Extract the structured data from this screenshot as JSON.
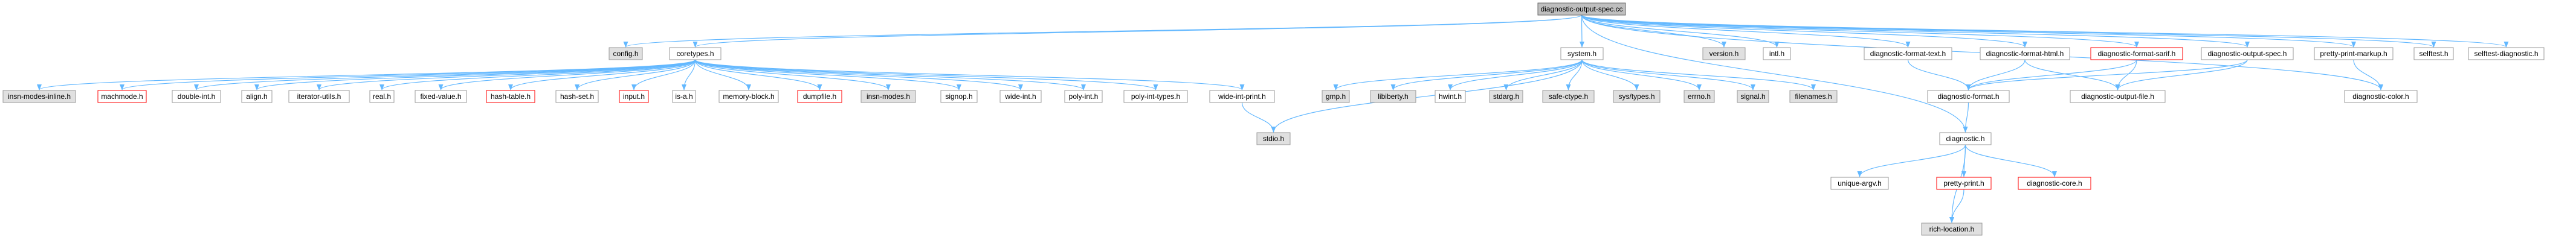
{
  "diagram": {
    "kind": "include-dependency-graph",
    "colors": {
      "edge": "#63b8ff",
      "node_border": "#999999",
      "node_fill": "#ffffff",
      "root_fill": "#bfbfbf",
      "external_fill": "#e0e0e0",
      "undocumented_border": "#ff0000",
      "text": "#000000"
    },
    "nodes": [
      {
        "id": "root",
        "label": "diagnostic-output-spec.cc",
        "style": "root"
      },
      {
        "id": "config",
        "label": "config.h",
        "style": "external"
      },
      {
        "id": "coretypes",
        "label": "coretypes.h",
        "style": "normal"
      },
      {
        "id": "system",
        "label": "system.h",
        "style": "normal"
      },
      {
        "id": "version",
        "label": "version.h",
        "style": "external"
      },
      {
        "id": "intl",
        "label": "intl.h",
        "style": "normal"
      },
      {
        "id": "dftext",
        "label": "diagnostic-format-text.h",
        "style": "normal"
      },
      {
        "id": "dfhtml",
        "label": "diagnostic-format-html.h",
        "style": "normal"
      },
      {
        "id": "dfsarif",
        "label": "diagnostic-format-sarif.h",
        "style": "undocumented"
      },
      {
        "id": "dospec",
        "label": "diagnostic-output-spec.h",
        "style": "normal"
      },
      {
        "id": "ppmarkup",
        "label": "pretty-print-markup.h",
        "style": "normal"
      },
      {
        "id": "selftest",
        "label": "selftest.h",
        "style": "normal"
      },
      {
        "id": "stdiag",
        "label": "selftest-diagnostic.h",
        "style": "normal"
      },
      {
        "id": "insnmodesinline",
        "label": "insn-modes-inline.h",
        "style": "external"
      },
      {
        "id": "machmode",
        "label": "machmode.h",
        "style": "undocumented"
      },
      {
        "id": "doubleint",
        "label": "double-int.h",
        "style": "normal"
      },
      {
        "id": "align",
        "label": "align.h",
        "style": "normal"
      },
      {
        "id": "iterutils",
        "label": "iterator-utils.h",
        "style": "normal"
      },
      {
        "id": "real",
        "label": "real.h",
        "style": "normal"
      },
      {
        "id": "fixedvalue",
        "label": "fixed-value.h",
        "style": "normal"
      },
      {
        "id": "hashtable",
        "label": "hash-table.h",
        "style": "undocumented"
      },
      {
        "id": "hashset",
        "label": "hash-set.h",
        "style": "normal"
      },
      {
        "id": "input",
        "label": "input.h",
        "style": "undocumented"
      },
      {
        "id": "isa",
        "label": "is-a.h",
        "style": "normal"
      },
      {
        "id": "memblock",
        "label": "memory-block.h",
        "style": "normal"
      },
      {
        "id": "dumpfile",
        "label": "dumpfile.h",
        "style": "undocumented"
      },
      {
        "id": "insnmodes",
        "label": "insn-modes.h",
        "style": "external"
      },
      {
        "id": "signop",
        "label": "signop.h",
        "style": "normal"
      },
      {
        "id": "wideint",
        "label": "wide-int.h",
        "style": "normal"
      },
      {
        "id": "polyint",
        "label": "poly-int.h",
        "style": "normal"
      },
      {
        "id": "polyinttypes",
        "label": "poly-int-types.h",
        "style": "normal"
      },
      {
        "id": "wideintprint",
        "label": "wide-int-print.h",
        "style": "normal"
      },
      {
        "id": "stdio",
        "label": "stdio.h",
        "style": "external"
      },
      {
        "id": "gmp",
        "label": "gmp.h",
        "style": "external"
      },
      {
        "id": "libiberty",
        "label": "libiberty.h",
        "style": "external"
      },
      {
        "id": "hwint",
        "label": "hwint.h",
        "style": "normal"
      },
      {
        "id": "stdarg",
        "label": "stdarg.h",
        "style": "external"
      },
      {
        "id": "safectype",
        "label": "safe-ctype.h",
        "style": "external"
      },
      {
        "id": "systypes",
        "label": "sys/types.h",
        "style": "external"
      },
      {
        "id": "errno",
        "label": "errno.h",
        "style": "external"
      },
      {
        "id": "signal",
        "label": "signal.h",
        "style": "external"
      },
      {
        "id": "filenames",
        "label": "filenames.h",
        "style": "external"
      },
      {
        "id": "dformat",
        "label": "diagnostic-format.h",
        "style": "normal"
      },
      {
        "id": "dofile",
        "label": "diagnostic-output-file.h",
        "style": "normal"
      },
      {
        "id": "dcolor",
        "label": "diagnostic-color.h",
        "style": "normal"
      },
      {
        "id": "diagnostic",
        "label": "diagnostic.h",
        "style": "normal"
      },
      {
        "id": "uniqueargv",
        "label": "unique-argv.h",
        "style": "normal"
      },
      {
        "id": "prettyprint",
        "label": "pretty-print.h",
        "style": "undocumented"
      },
      {
        "id": "dcore",
        "label": "diagnostic-core.h",
        "style": "undocumented"
      },
      {
        "id": "richloc",
        "label": "rich-location.h",
        "style": "external"
      }
    ],
    "edges": [
      [
        "root",
        "config"
      ],
      [
        "root",
        "coretypes"
      ],
      [
        "root",
        "system"
      ],
      [
        "root",
        "version"
      ],
      [
        "root",
        "intl"
      ],
      [
        "root",
        "dftext"
      ],
      [
        "root",
        "dfhtml"
      ],
      [
        "root",
        "dfsarif"
      ],
      [
        "root",
        "dospec"
      ],
      [
        "root",
        "ppmarkup"
      ],
      [
        "root",
        "selftest"
      ],
      [
        "root",
        "stdiag"
      ],
      [
        "root",
        "diagnostic"
      ],
      [
        "root",
        "dcolor"
      ],
      [
        "coretypes",
        "insnmodesinline"
      ],
      [
        "coretypes",
        "machmode"
      ],
      [
        "coretypes",
        "doubleint"
      ],
      [
        "coretypes",
        "align"
      ],
      [
        "coretypes",
        "iterutils"
      ],
      [
        "coretypes",
        "real"
      ],
      [
        "coretypes",
        "fixedvalue"
      ],
      [
        "coretypes",
        "hashtable"
      ],
      [
        "coretypes",
        "hashset"
      ],
      [
        "coretypes",
        "input"
      ],
      [
        "coretypes",
        "isa"
      ],
      [
        "coretypes",
        "memblock"
      ],
      [
        "coretypes",
        "dumpfile"
      ],
      [
        "coretypes",
        "insnmodes"
      ],
      [
        "coretypes",
        "signop"
      ],
      [
        "coretypes",
        "wideint"
      ],
      [
        "coretypes",
        "polyint"
      ],
      [
        "coretypes",
        "polyinttypes"
      ],
      [
        "coretypes",
        "wideintprint"
      ],
      [
        "wideintprint",
        "stdio"
      ],
      [
        "system",
        "stdio"
      ],
      [
        "system",
        "gmp"
      ],
      [
        "system",
        "libiberty"
      ],
      [
        "system",
        "hwint"
      ],
      [
        "system",
        "stdarg"
      ],
      [
        "system",
        "safectype"
      ],
      [
        "system",
        "systypes"
      ],
      [
        "system",
        "errno"
      ],
      [
        "system",
        "signal"
      ],
      [
        "system",
        "filenames"
      ],
      [
        "dftext",
        "dformat"
      ],
      [
        "dfhtml",
        "dformat"
      ],
      [
        "dfhtml",
        "dofile"
      ],
      [
        "dfsarif",
        "dformat"
      ],
      [
        "dfsarif",
        "dofile"
      ],
      [
        "dospec",
        "dformat"
      ],
      [
        "dospec",
        "dofile"
      ],
      [
        "ppmarkup",
        "dcolor"
      ],
      [
        "dformat",
        "diagnostic"
      ],
      [
        "diagnostic",
        "uniqueargv"
      ],
      [
        "diagnostic",
        "prettyprint"
      ],
      [
        "diagnostic",
        "dcore"
      ],
      [
        "diagnostic",
        "richloc"
      ],
      [
        "prettyprint",
        "richloc"
      ]
    ]
  }
}
